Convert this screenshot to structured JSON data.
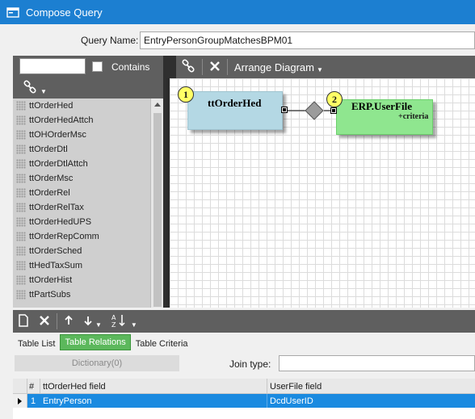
{
  "window": {
    "title": "Compose Query"
  },
  "query": {
    "name_label": "Query Name:",
    "name_value": "EntryPersonGroupMatchesBPM01"
  },
  "left_panel": {
    "search_value": "",
    "contains_label": "Contains",
    "contains_checked": false,
    "tables": [
      "ttOrderHed",
      "ttOrderHedAttch",
      "ttOHOrderMsc",
      "ttOrderDtl",
      "ttOrderDtlAttch",
      "ttOrderMsc",
      "ttOrderRel",
      "ttOrderRelTax",
      "ttOrderHedUPS",
      "ttOrderRepComm",
      "ttOrderSched",
      "ttHedTaxSum",
      "ttOrderHist",
      "ttPartSubs"
    ]
  },
  "diagram": {
    "toolbar": {
      "link_icon": "link-icon",
      "delete_icon": "close-icon",
      "arrange_label": "Arrange Diagram"
    },
    "nodes": [
      {
        "number": "1",
        "title": "ttOrderHed",
        "subtitle": "",
        "color": "#b4d8e4"
      },
      {
        "number": "2",
        "title": "ERP.UserFile",
        "subtitle": "+criteria",
        "color": "#8fe68f"
      }
    ]
  },
  "bottom": {
    "tabs": [
      {
        "label": "Table List",
        "active": false
      },
      {
        "label": "Table Relations",
        "active": true
      },
      {
        "label": "Table Criteria",
        "active": false
      }
    ],
    "dictionary_label": "Dictionary(0)",
    "join_type_label": "Join type:",
    "join_type_value": "",
    "grid": {
      "columns": [
        "#",
        "ttOrderHed field",
        "UserFile field"
      ],
      "rows": [
        {
          "num": "1",
          "left_field": "EntryPerson",
          "right_field": "DcdUserID"
        }
      ]
    }
  },
  "colors": {
    "titlebar": "#1c7fd1",
    "active_tab": "#5cb85c",
    "selected_row": "#1a8ae0"
  }
}
